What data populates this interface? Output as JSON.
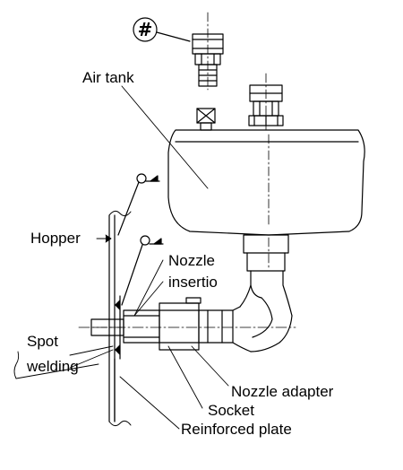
{
  "labels": {
    "air_tank": "Air tank",
    "hopper": "Hopper",
    "nozzle_line1": "Nozzle",
    "nozzle_line2": "insertio",
    "spot_line1": "Spot",
    "spot_line2": "welding",
    "nozzle_adapter": "Nozzle adapter",
    "socket": "Socket",
    "reinforced_plate": "Reinforced plate",
    "hash_symbol": "#"
  },
  "colors": {
    "ink": "#000000",
    "paper": "#ffffff"
  }
}
